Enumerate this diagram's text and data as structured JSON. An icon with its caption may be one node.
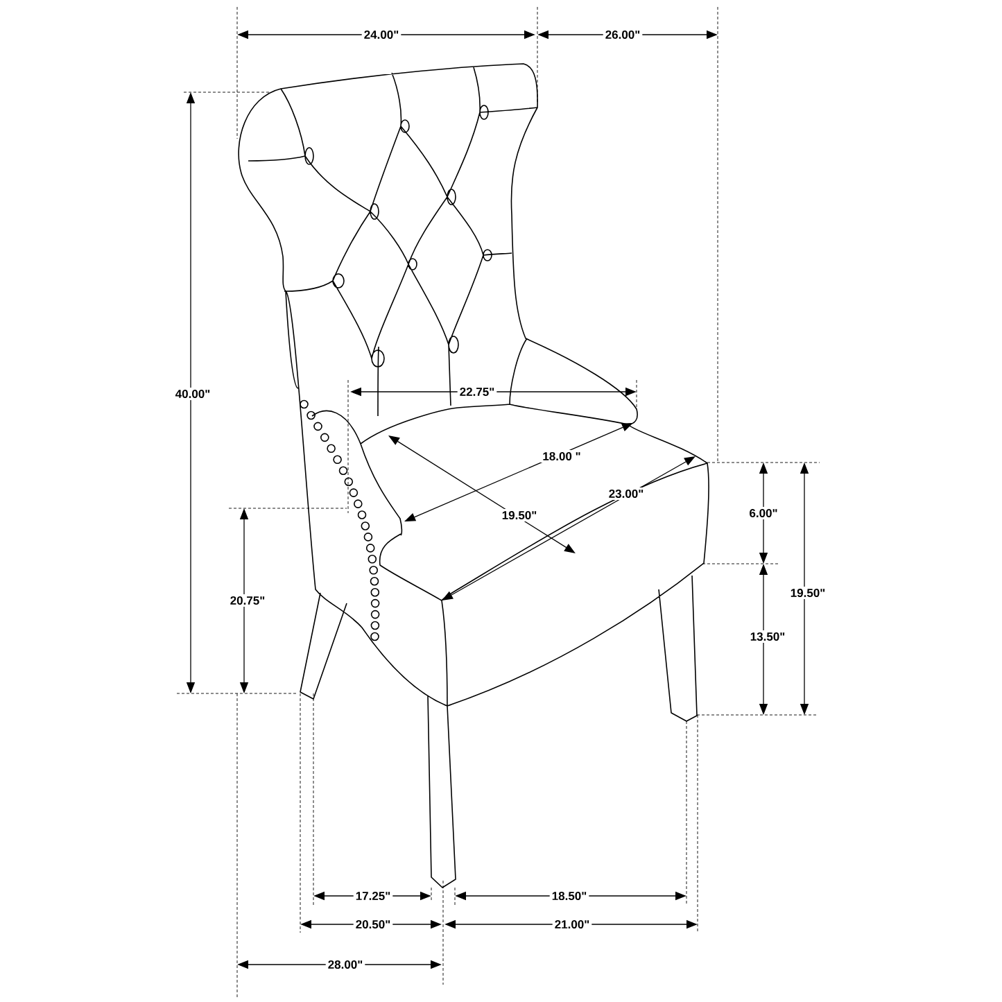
{
  "diagram": {
    "labels": [
      "24.00\"",
      "26.00\"",
      "22.75\"",
      "40.00\"",
      "18.00 \"",
      "23.00\"",
      "6.00\"",
      "19.50\"",
      "19.50\"",
      "20.75\"",
      "13.50\"",
      "17.25\"",
      "18.50\"",
      "20.50\"",
      "21.00\"",
      "28.00\""
    ]
  }
}
